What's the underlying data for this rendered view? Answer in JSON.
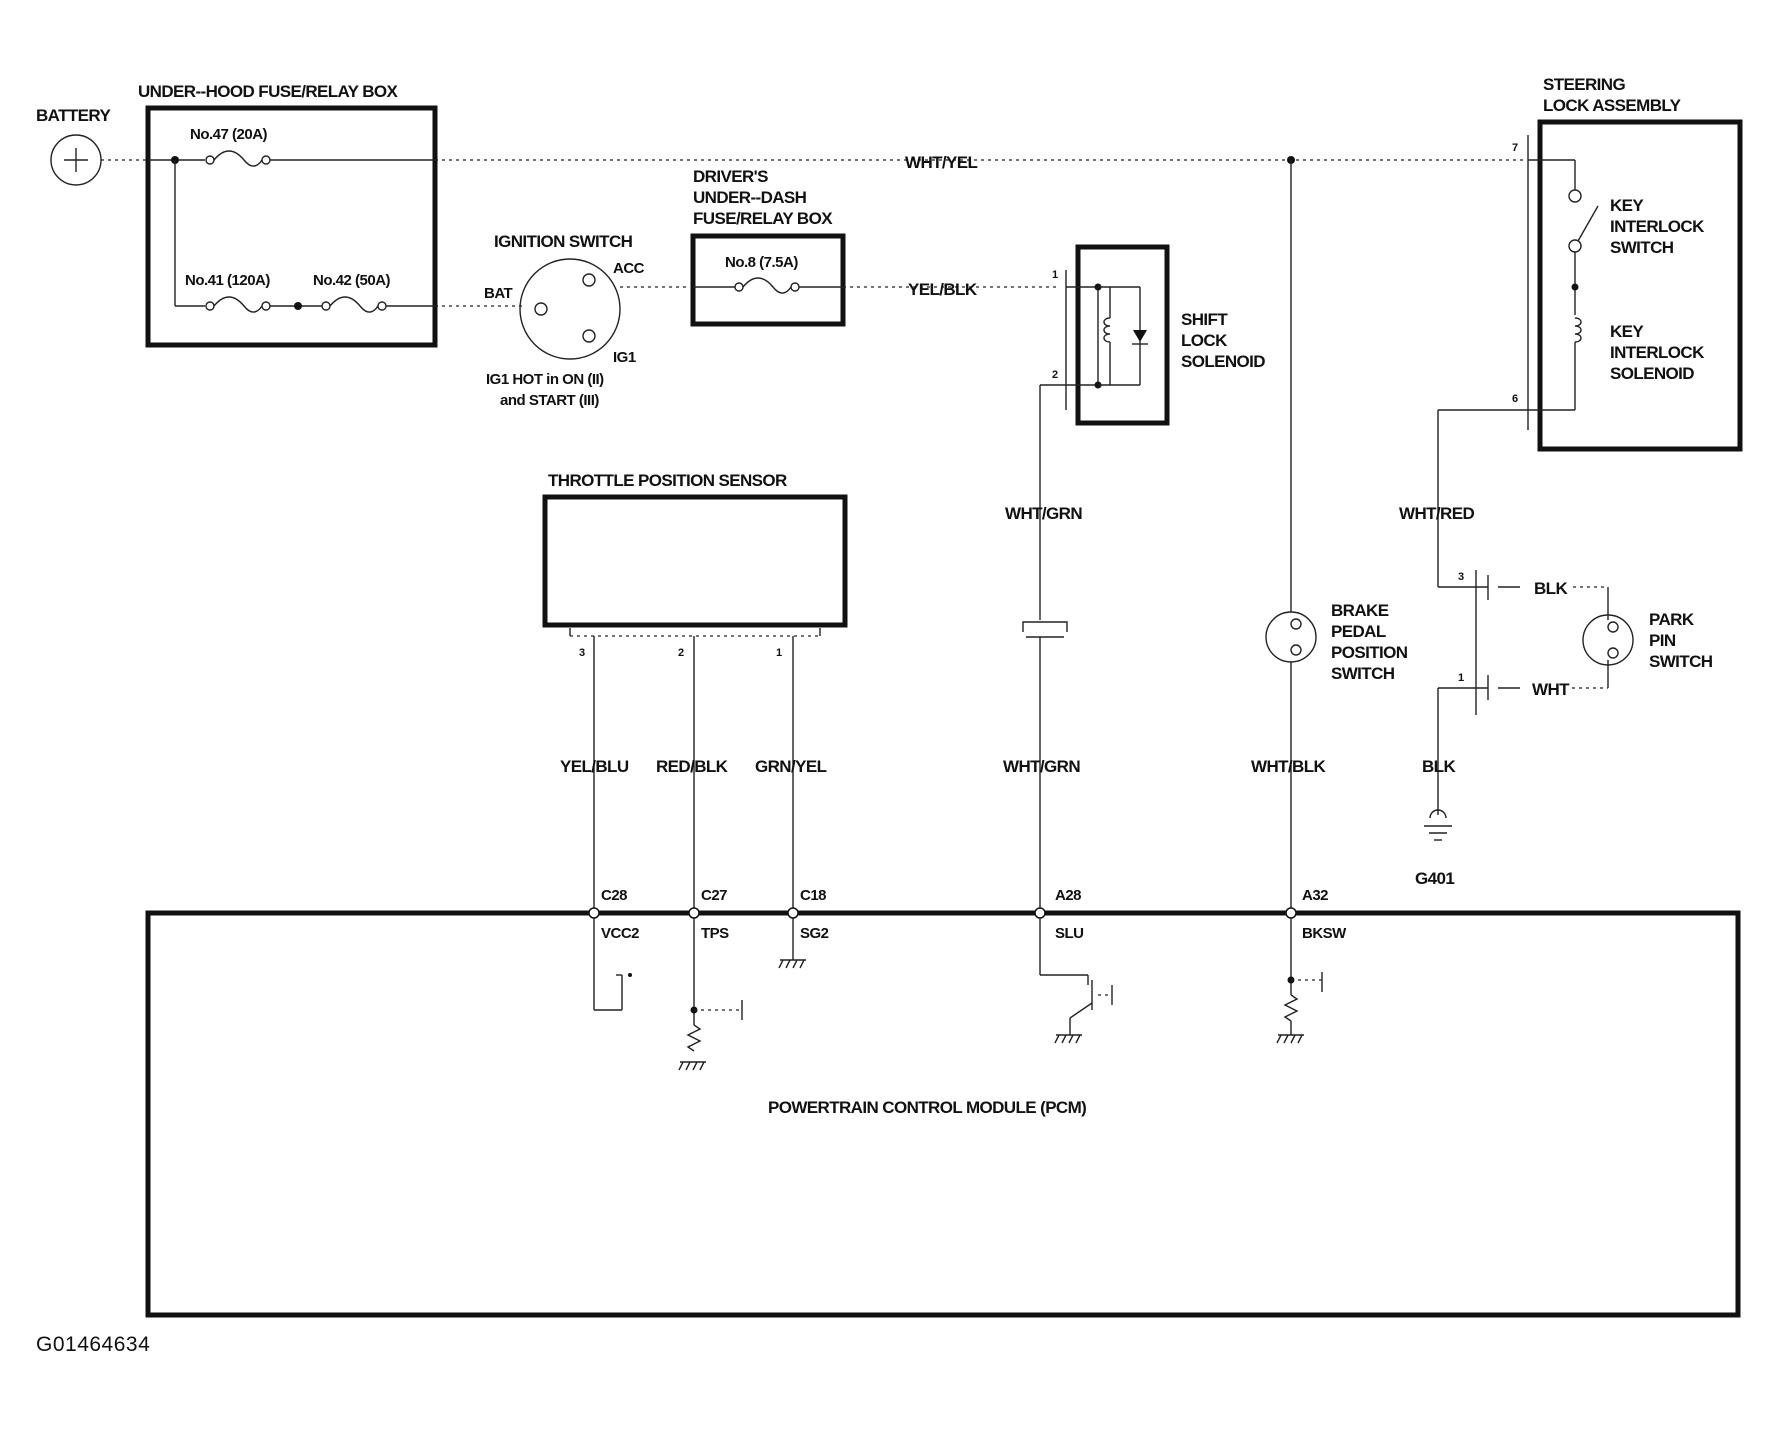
{
  "components": {
    "battery": "BATTERY",
    "under_hood_box": "UNDER--HOOD FUSE/RELAY BOX",
    "fuse_47": "No.47 (20A)",
    "fuse_41": "No.41 (120A)",
    "fuse_42": "No.42 (50A)",
    "ignition_switch": "IGNITION SWITCH",
    "ign_bat": "BAT",
    "ign_acc": "ACC",
    "ign_ig1": "IG1",
    "ign_note_1": "IG1 HOT in ON (II)",
    "ign_note_2": "and START (III)",
    "under_dash_1": "DRIVER'S",
    "under_dash_2": "UNDER--DASH",
    "under_dash_3": "FUSE/RELAY BOX",
    "fuse_8": "No.8 (7.5A)",
    "shift_lock_1": "SHIFT",
    "shift_lock_2": "LOCK",
    "shift_lock_3": "SOLENOID",
    "steering_1": "STEERING",
    "steering_2": "LOCK ASSEMBLY",
    "key_switch_1": "KEY",
    "key_switch_2": "INTERLOCK",
    "key_switch_3": "SWITCH",
    "key_solenoid_1": "KEY",
    "key_solenoid_2": "INTERLOCK",
    "key_solenoid_3": "SOLENOID",
    "tps": "THROTTLE POSITION SENSOR",
    "brake_1": "BRAKE",
    "brake_2": "PEDAL",
    "brake_3": "POSITION",
    "brake_4": "SWITCH",
    "park_1": "PARK",
    "park_2": "PIN",
    "park_3": "SWITCH",
    "pcm": "POWERTRAIN CONTROL MODULE (PCM)",
    "ground": "G401"
  },
  "wires": {
    "wht_yel": "WHT/YEL",
    "yel_blk": "YEL/BLK",
    "wht_grn_1": "WHT/GRN",
    "wht_grn_2": "WHT/GRN",
    "wht_red": "WHT/RED",
    "blk_1": "BLK",
    "wht": "WHT",
    "blk_2": "BLK",
    "yel_blu": "YEL/BLU",
    "red_blk": "RED/BLK",
    "grn_yel": "GRN/YEL",
    "wht_blk": "WHT/BLK"
  },
  "pins": {
    "p7": "7",
    "p6": "6",
    "p1_sol": "1",
    "p2_sol": "2",
    "p3_tps": "3",
    "p2_tps": "2",
    "p1_tps": "1",
    "p3_park": "3",
    "p1_park": "1"
  },
  "pcm_terminals": {
    "c28": "C28",
    "c27": "C27",
    "c18": "C18",
    "a28": "A28",
    "a32": "A32",
    "vcc2": "VCC2",
    "tps": "TPS",
    "sg2": "SG2",
    "slu": "SLU",
    "bksw": "BKSW"
  },
  "figure_code": "G01464634"
}
